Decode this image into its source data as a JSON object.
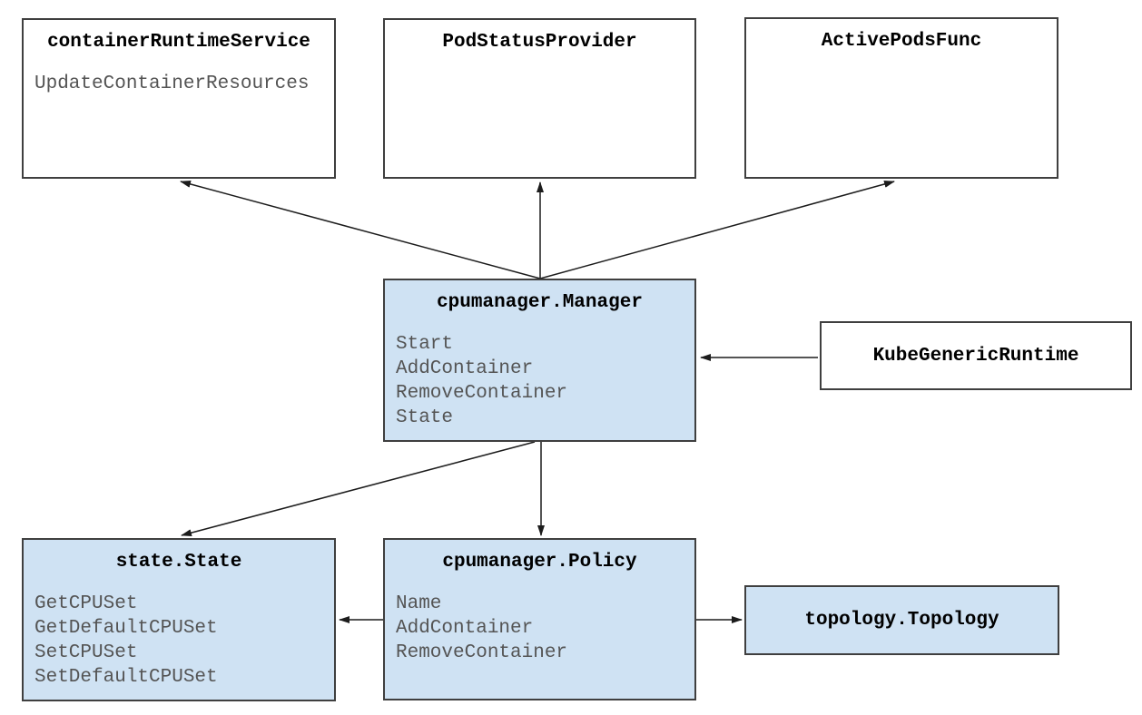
{
  "nodes": [
    {
      "id": "containerRuntimeService",
      "title": "containerRuntimeService",
      "methods": [
        "UpdateContainerResources"
      ],
      "fill": "#ffffff"
    },
    {
      "id": "PodStatusProvider",
      "title": "PodStatusProvider",
      "methods": [],
      "fill": "#ffffff"
    },
    {
      "id": "ActivePodsFunc",
      "title": "ActivePodsFunc",
      "methods": [],
      "fill": "#ffffff"
    },
    {
      "id": "cpumanagerManager",
      "title": "cpumanager.Manager",
      "methods": [
        "Start",
        "AddContainer",
        "RemoveContainer",
        "State"
      ],
      "fill": "#cfe2f3"
    },
    {
      "id": "KubeGenericRuntime",
      "title": "KubeGenericRuntime",
      "methods": [],
      "fill": "#ffffff"
    },
    {
      "id": "stateState",
      "title": "state.State",
      "methods": [
        "GetCPUSet",
        "GetDefaultCPUSet",
        "SetCPUSet",
        "SetDefaultCPUSet"
      ],
      "fill": "#cfe2f3"
    },
    {
      "id": "cpumanagerPolicy",
      "title": "cpumanager.Policy",
      "methods": [
        "Name",
        "AddContainer",
        "RemoveContainer"
      ],
      "fill": "#cfe2f3"
    },
    {
      "id": "topologyTopology",
      "title": "topology.Topology",
      "methods": [],
      "fill": "#cfe2f3"
    }
  ],
  "edges": [
    {
      "from": "cpumanager.Manager",
      "to": "containerRuntimeService"
    },
    {
      "from": "cpumanager.Manager",
      "to": "PodStatusProvider"
    },
    {
      "from": "cpumanager.Manager",
      "to": "ActivePodsFunc"
    },
    {
      "from": "KubeGenericRuntime",
      "to": "cpumanager.Manager"
    },
    {
      "from": "cpumanager.Manager",
      "to": "state.State"
    },
    {
      "from": "cpumanager.Manager",
      "to": "cpumanager.Policy"
    },
    {
      "from": "cpumanager.Policy",
      "to": "state.State"
    },
    {
      "from": "cpumanager.Policy",
      "to": "topology.Topology"
    }
  ],
  "colors": {
    "node_fill_blue": "#cfe2f3",
    "node_fill_white": "#ffffff",
    "node_border": "#3f3f3f",
    "title_text": "#000000",
    "method_text": "#545454",
    "arrow": "#1c1c1c"
  }
}
